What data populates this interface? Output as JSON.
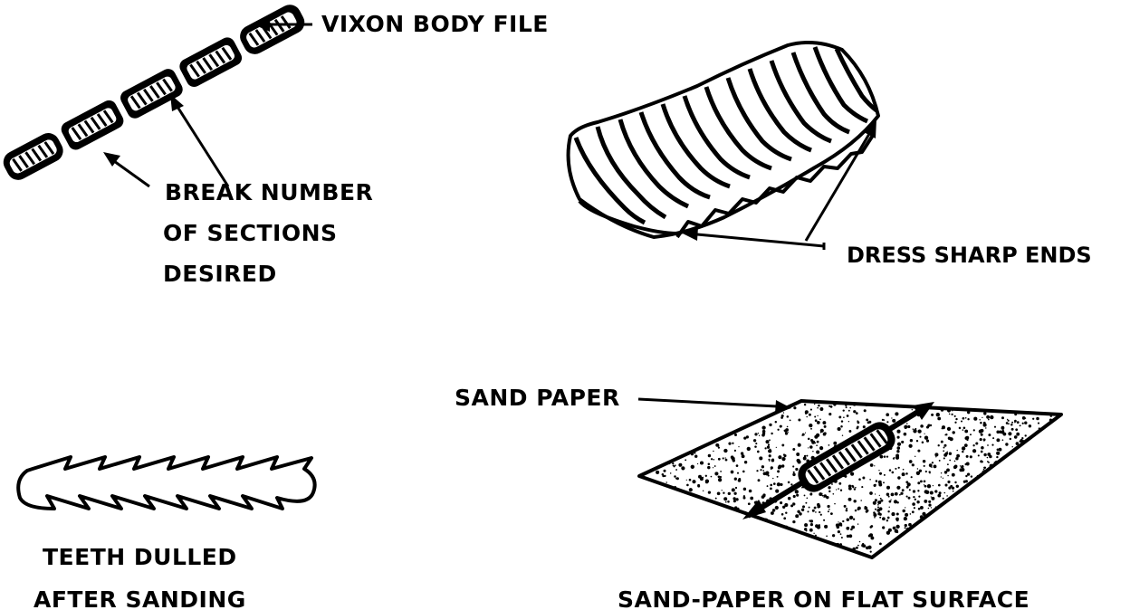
{
  "labels": {
    "vixon_body_file": "VIXON BODY FILE",
    "break_line1": "BREAK NUMBER",
    "break_line2": "OF SECTIONS",
    "break_line3": "DESIRED",
    "dress_sharp_ends": "DRESS SHARP ENDS",
    "sand_paper": "SAND PAPER",
    "teeth_line1": "TEETH DULLED",
    "teeth_line2": "AFTER SANDING",
    "sandpaper_flat": "SAND-PAPER ON FLAT SURFACE"
  },
  "colors": {
    "ink": "#000000",
    "paper": "#ffffff"
  }
}
